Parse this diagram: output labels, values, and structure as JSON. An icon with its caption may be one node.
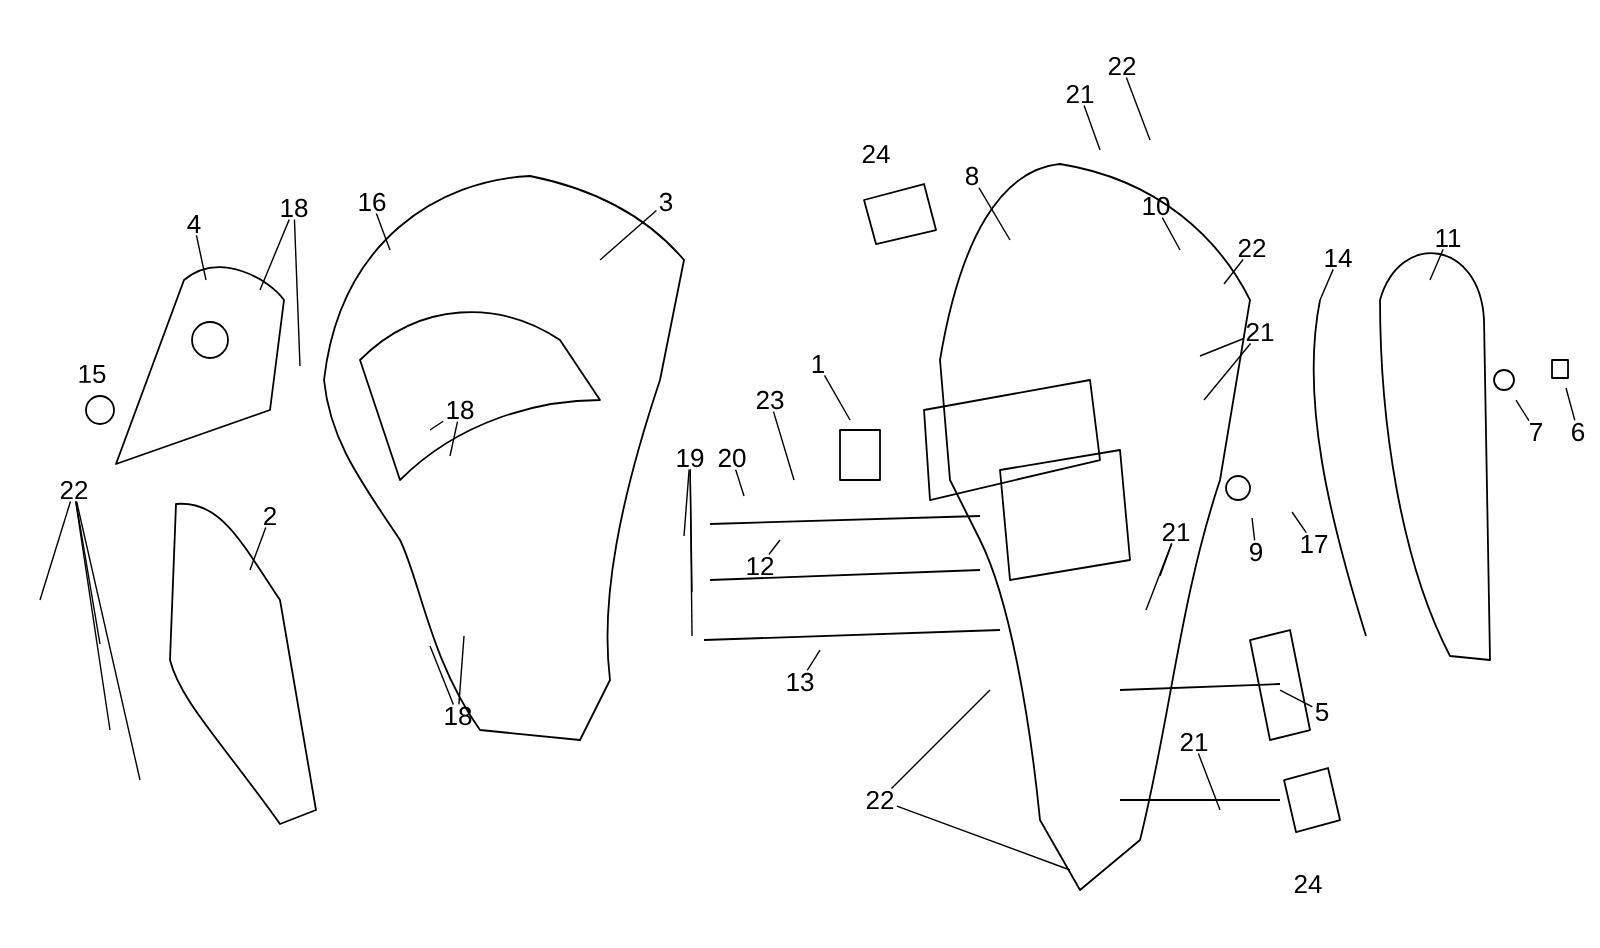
{
  "diagram": {
    "nodes": [
      {
        "text": [
          "4"
        ]
      },
      {
        "text": [
          "18"
        ]
      },
      {
        "text": [
          "16"
        ]
      },
      {
        "text": [
          "3"
        ]
      },
      {
        "text": [
          "15"
        ]
      },
      {
        "text": [
          "18"
        ]
      },
      {
        "text": [
          "22"
        ]
      },
      {
        "text": [
          "2"
        ]
      },
      {
        "text": [
          "18"
        ]
      },
      {
        "text": [
          "24"
        ]
      },
      {
        "text": [
          "21"
        ]
      },
      {
        "text": [
          "22"
        ]
      },
      {
        "text": [
          "8"
        ]
      },
      {
        "text": [
          "10"
        ]
      },
      {
        "text": [
          "22"
        ]
      },
      {
        "text": [
          "14"
        ]
      },
      {
        "text": [
          "11"
        ]
      },
      {
        "text": [
          "1"
        ]
      },
      {
        "text": [
          "23"
        ]
      },
      {
        "text": [
          "20"
        ]
      },
      {
        "text": [
          "19"
        ]
      },
      {
        "text": [
          "21"
        ]
      },
      {
        "text": [
          "7"
        ]
      },
      {
        "text": [
          "6"
        ]
      },
      {
        "text": [
          "9"
        ]
      },
      {
        "text": [
          "17"
        ]
      },
      {
        "text": [
          "21"
        ]
      },
      {
        "text": [
          "12"
        ]
      },
      {
        "text": [
          "13"
        ]
      },
      {
        "text": [
          "5"
        ]
      },
      {
        "text": [
          "21"
        ]
      },
      {
        "text": [
          "22"
        ]
      },
      {
        "text": [
          "24"
        ]
      }
    ],
    "edges": [
      {
        "from": 0,
        "to": null,
        "arrow": "none"
      },
      {
        "from": 1,
        "to": null,
        "arrow": "none"
      },
      {
        "from": 1,
        "to": null,
        "arrow": "none"
      },
      {
        "from": 2,
        "to": null,
        "arrow": "none"
      },
      {
        "from": 3,
        "to": null,
        "arrow": "none"
      },
      {
        "from": 5,
        "to": null,
        "arrow": "none"
      },
      {
        "from": 5,
        "to": null,
        "arrow": "none"
      },
      {
        "from": 6,
        "to": null,
        "arrow": "none"
      },
      {
        "from": 6,
        "to": null,
        "arrow": "none"
      },
      {
        "from": 6,
        "to": null,
        "arrow": "none"
      },
      {
        "from": 6,
        "to": null,
        "arrow": "none"
      },
      {
        "from": 7,
        "to": null,
        "arrow": "none"
      },
      {
        "from": 8,
        "to": null,
        "arrow": "none"
      },
      {
        "from": 8,
        "to": null,
        "arrow": "none"
      },
      {
        "from": 10,
        "to": null,
        "arrow": "none"
      },
      {
        "from": 11,
        "to": null,
        "arrow": "none"
      },
      {
        "from": 12,
        "to": null,
        "arrow": "none"
      },
      {
        "from": 13,
        "to": null,
        "arrow": "none"
      },
      {
        "from": 14,
        "to": null,
        "arrow": "none"
      },
      {
        "from": 15,
        "to": null,
        "arrow": "none"
      },
      {
        "from": 16,
        "to": null,
        "arrow": "none"
      },
      {
        "from": 17,
        "to": null,
        "arrow": "none"
      },
      {
        "from": 18,
        "to": null,
        "arrow": "none"
      },
      {
        "from": 19,
        "to": null,
        "arrow": "none"
      },
      {
        "from": 20,
        "to": null,
        "arrow": "none"
      },
      {
        "from": 20,
        "to": null,
        "arrow": "none"
      },
      {
        "from": 20,
        "to": null,
        "arrow": "none"
      },
      {
        "from": 21,
        "to": null,
        "arrow": "none"
      },
      {
        "from": 21,
        "to": null,
        "arrow": "none"
      },
      {
        "from": 22,
        "to": null,
        "arrow": "none"
      },
      {
        "from": 23,
        "to": null,
        "arrow": "none"
      },
      {
        "from": 24,
        "to": null,
        "arrow": "none"
      },
      {
        "from": 25,
        "to": null,
        "arrow": "none"
      },
      {
        "from": 26,
        "to": null,
        "arrow": "none"
      },
      {
        "from": 26,
        "to": null,
        "arrow": "none"
      },
      {
        "from": 27,
        "to": null,
        "arrow": "none"
      },
      {
        "from": 28,
        "to": null,
        "arrow": "none"
      },
      {
        "from": 29,
        "to": null,
        "arrow": "none"
      },
      {
        "from": 30,
        "to": null,
        "arrow": "none"
      },
      {
        "from": 31,
        "to": null,
        "arrow": "none"
      },
      {
        "from": 31,
        "to": null,
        "arrow": "none"
      }
    ]
  }
}
